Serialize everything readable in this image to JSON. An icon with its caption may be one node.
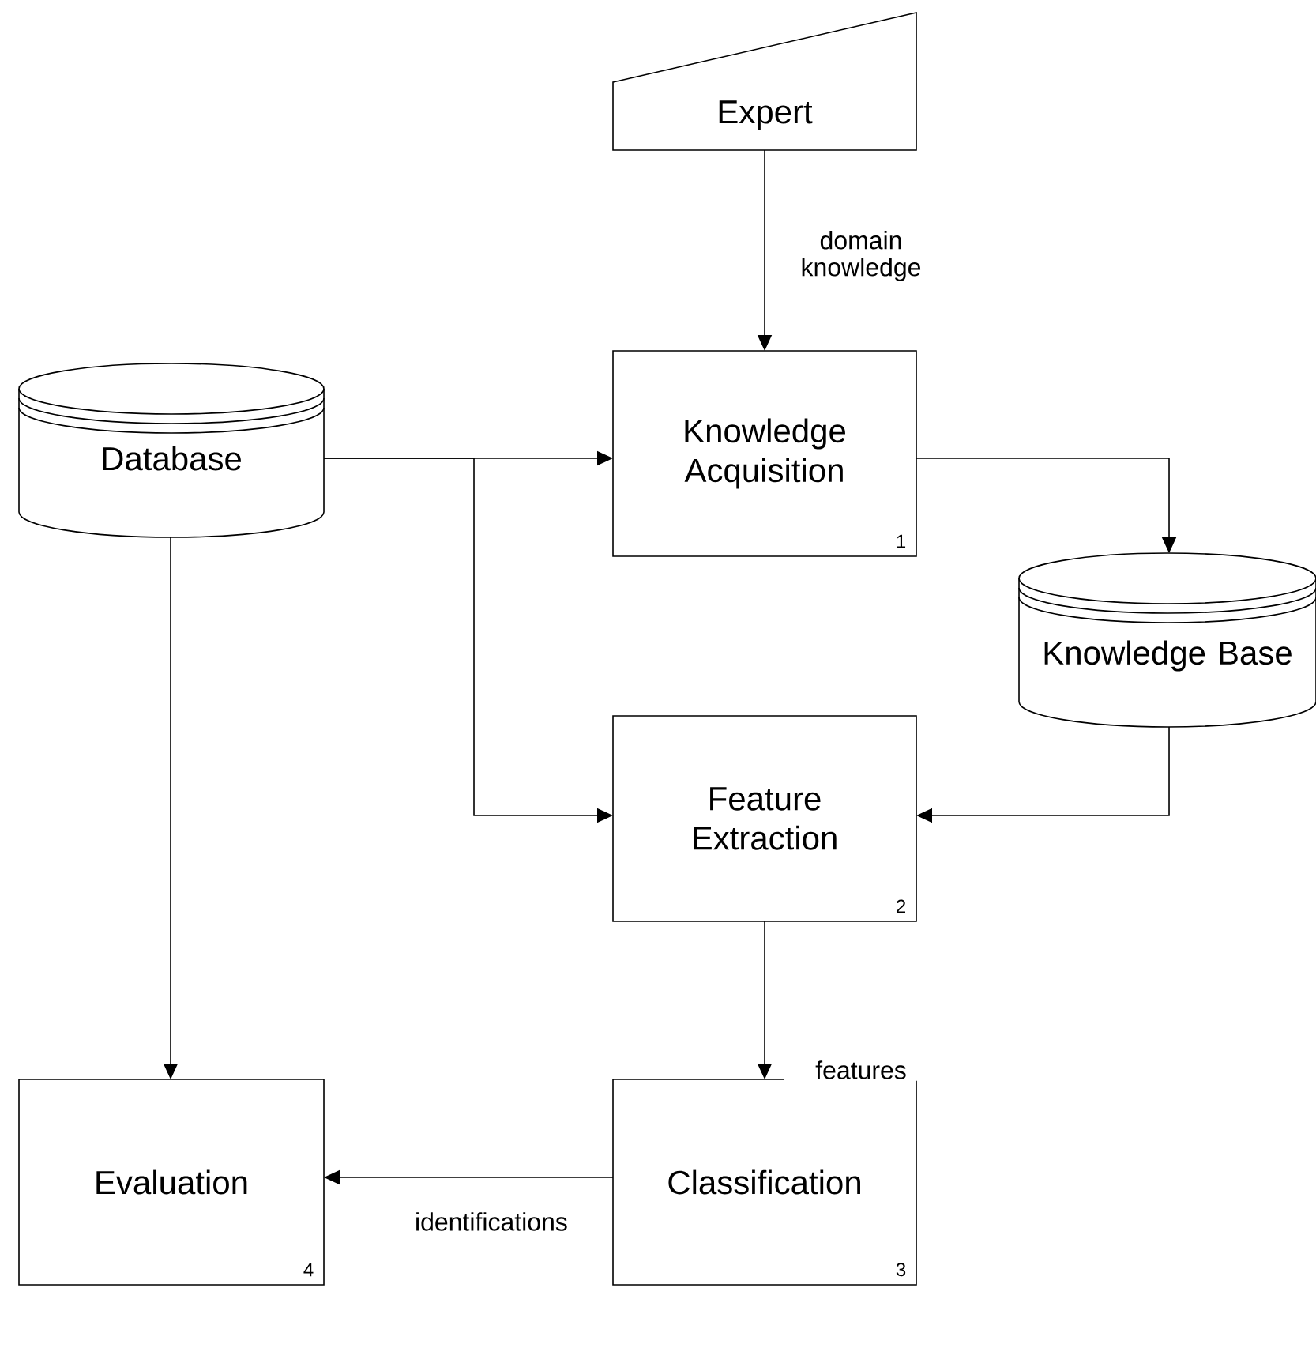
{
  "diagram": {
    "nodes": [
      {
        "text": [
          "Expert"
        ]
      },
      {
        "text": [
          "Knowledge Acquisition",
          "1"
        ]
      },
      {
        "text": [
          "Database"
        ]
      },
      {
        "text": [
          "Knowledge Base"
        ]
      },
      {
        "text": [
          "Feature Extraction",
          "2"
        ]
      },
      {
        "text": [
          "Classification",
          "3"
        ]
      },
      {
        "text": [
          "Evaluation",
          "4"
        ]
      }
    ],
    "edges": [
      {
        "from": 0,
        "to": 1,
        "arrow": "to",
        "label": "domain knowledge"
      },
      {
        "from": 2,
        "to": 1,
        "arrow": "to"
      },
      {
        "from": 2,
        "to": 4,
        "arrow": "to"
      },
      {
        "from": 1,
        "to": 3,
        "arrow": "to"
      },
      {
        "from": 3,
        "to": 4,
        "arrow": "to"
      },
      {
        "from": 4,
        "to": 5,
        "arrow": "to",
        "label": "features"
      },
      {
        "from": 5,
        "to": 6,
        "arrow": "to",
        "label": "identifications"
      },
      {
        "from": 2,
        "to": 6,
        "arrow": "to"
      }
    ]
  }
}
